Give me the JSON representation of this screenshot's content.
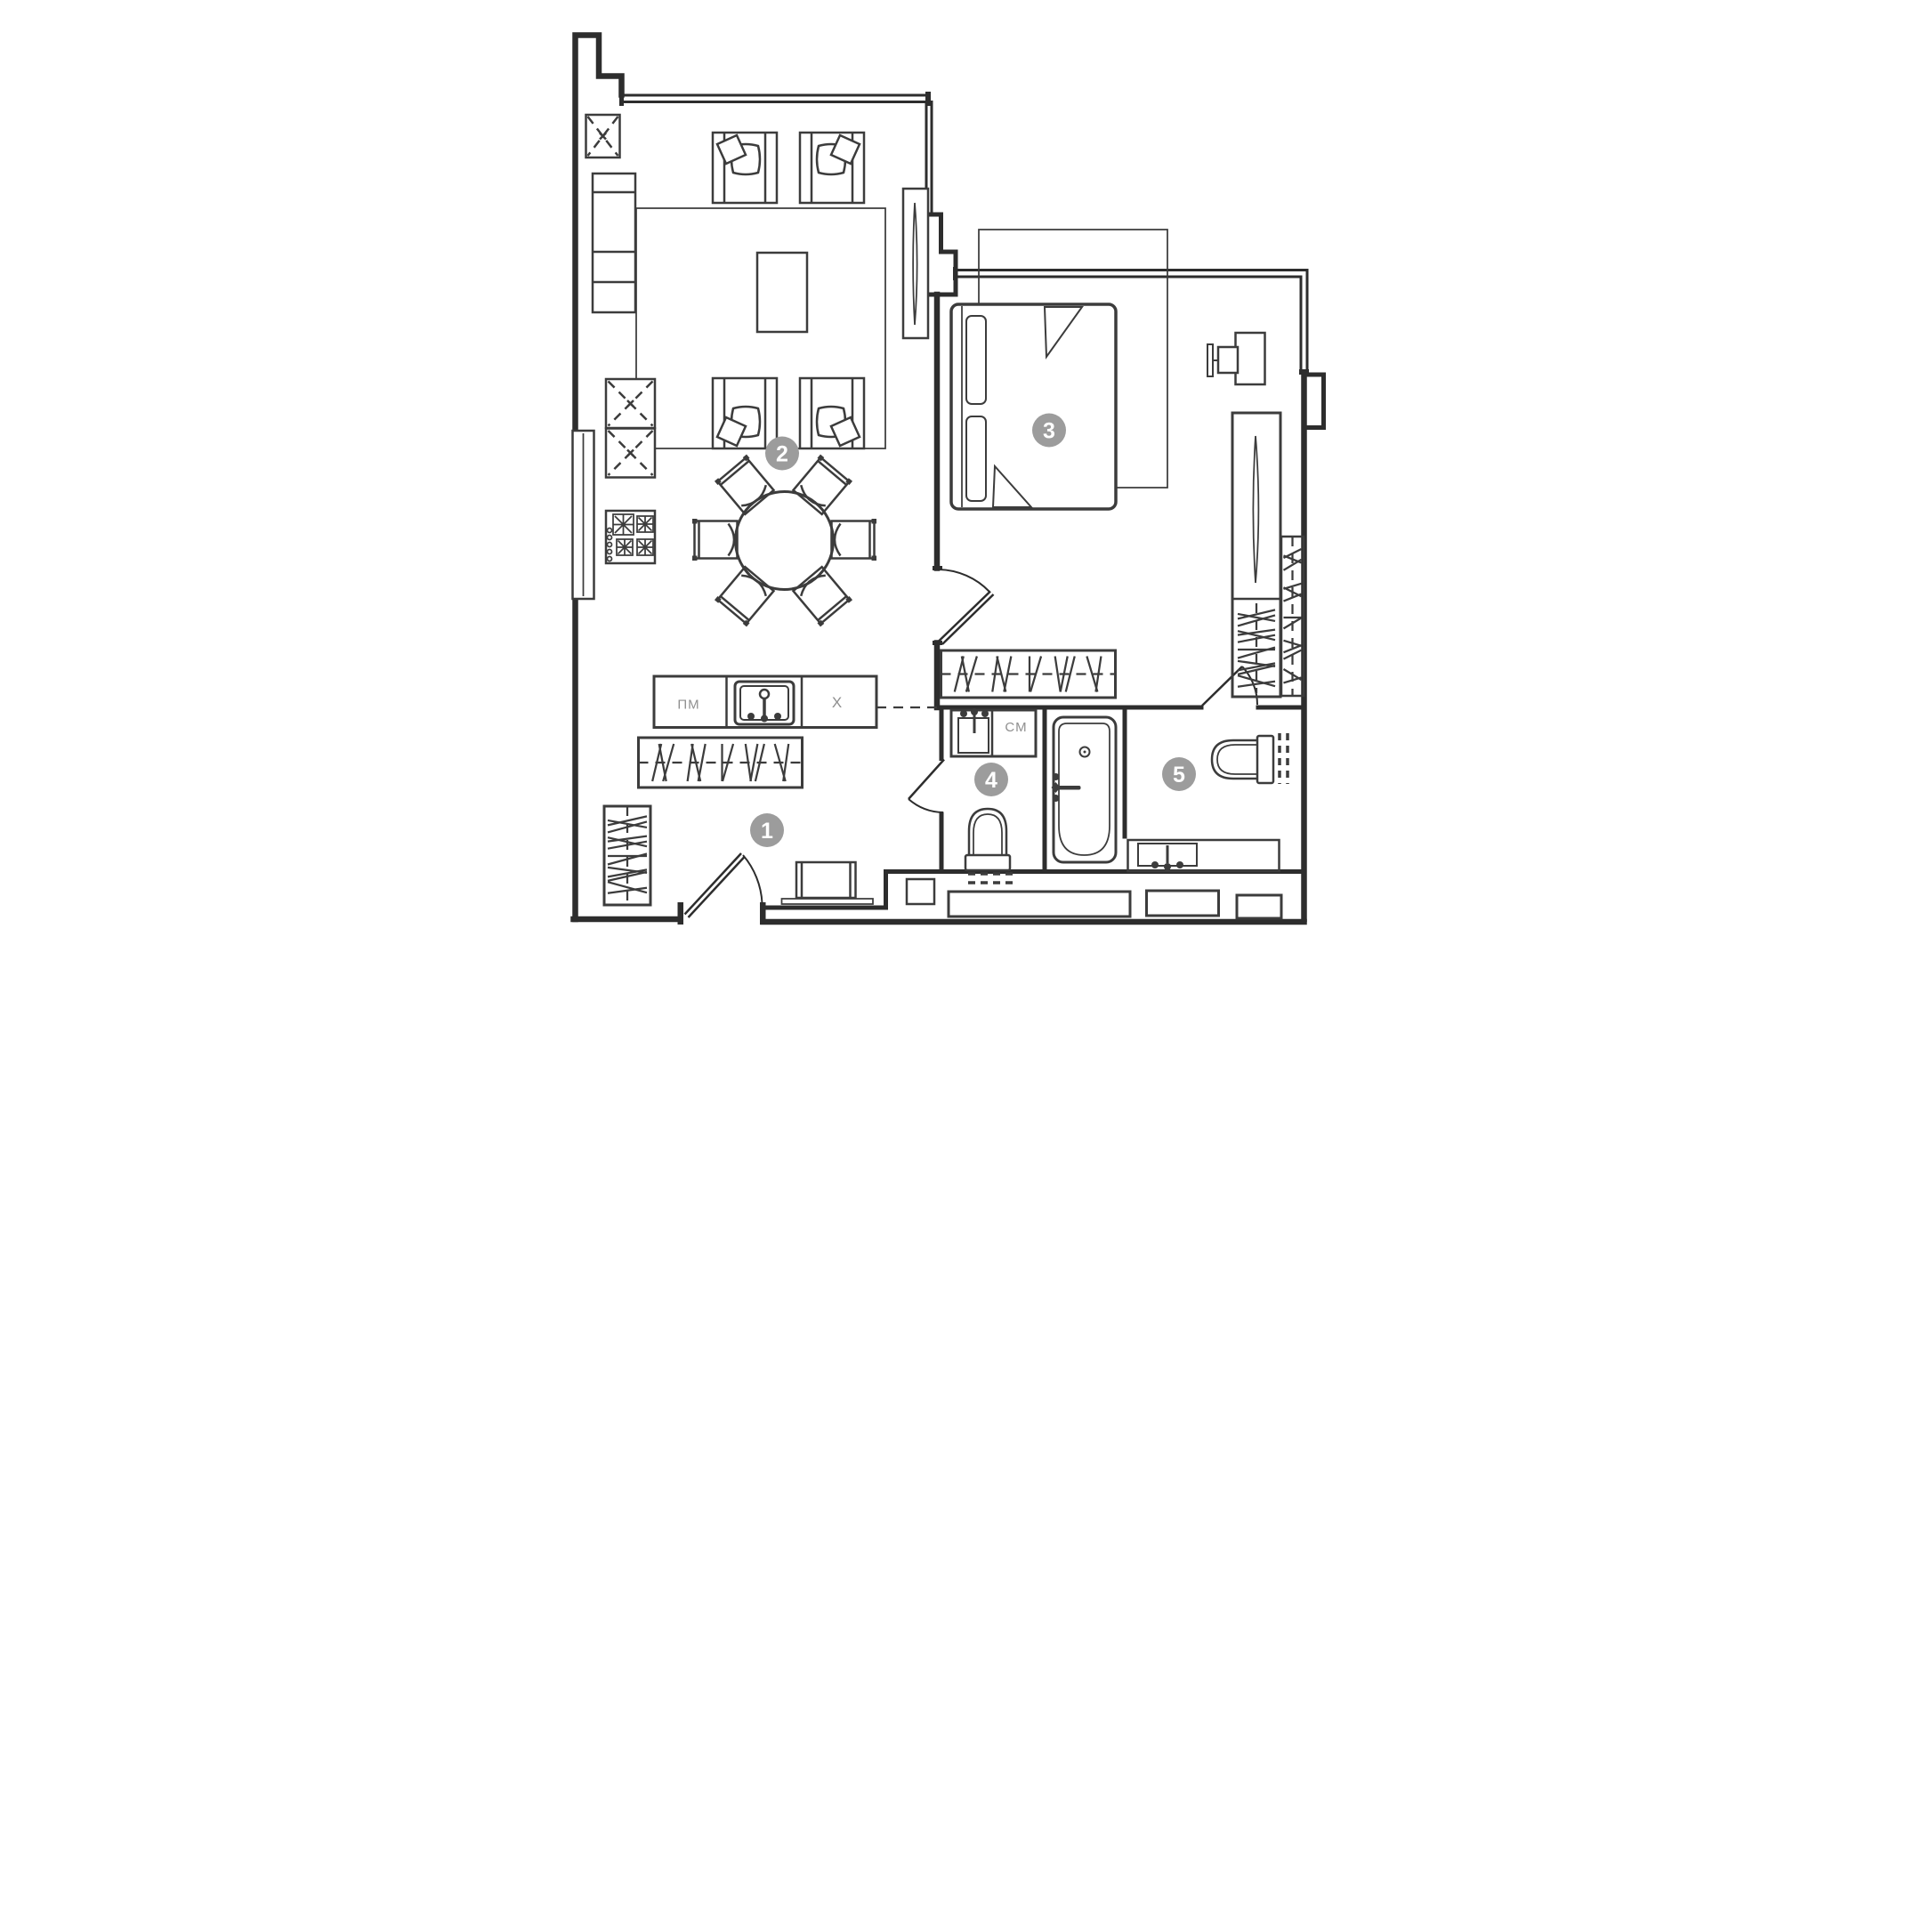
{
  "rooms": [
    {
      "number": "1"
    },
    {
      "number": "2"
    },
    {
      "number": "3"
    },
    {
      "number": "4"
    },
    {
      "number": "5"
    }
  ],
  "labels": {
    "dishwasher": "ПМ",
    "fridge": "X",
    "washing_machine": "СМ"
  },
  "colors": {
    "background": "#ffffff",
    "wall": "#2d2d2d",
    "furniture": "#3c3c3c",
    "badge": "#9c9c9c",
    "badgeText": "#ffffff",
    "label": "#8f8f8f"
  }
}
